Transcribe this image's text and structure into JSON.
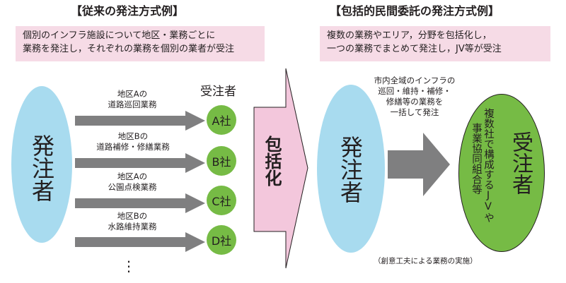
{
  "left": {
    "heading": "【従来の発注方式例】",
    "description": [
      "個別のインフラ施設について地区・業務ごとに",
      "業務を発注し，それぞれの業務を個別の業者が受注"
    ],
    "orderer": "発注者",
    "contractor_header": "受注者",
    "tasks": [
      {
        "line1": "地区Aの",
        "line2": "道路巡回業務",
        "company": "A社"
      },
      {
        "line1": "地区Bの",
        "line2": "道路補修・修繕業務",
        "company": "B社"
      },
      {
        "line1": "地区Aの",
        "line2": "公園点検業務",
        "company": "C社"
      },
      {
        "line1": "地区Bの",
        "line2": "水路維持業務",
        "company": "D社"
      }
    ],
    "more": "⋮"
  },
  "middle": {
    "label": "包括化"
  },
  "right": {
    "heading": "【包括的民間委託の発注方式例】",
    "description": [
      "複数の業務やエリア，分野を包括化し，",
      "一つの業務でまとめて発注し，JV等が受注"
    ],
    "orderer": "発注者",
    "scope": [
      "市内全域のインフラの",
      "巡回・維持・補修・",
      "修繕等の業務を",
      "一括して発注"
    ],
    "contractor": "受注者",
    "contractor_note": [
      "複数社で構成するJVや",
      "事業協同組合等"
    ],
    "footnote": "（創意工夫による業務の実施）"
  },
  "colors": {
    "pink_box": "#f6dbe6",
    "blue_ellipse": "#a8dbef",
    "green": "#76bb45",
    "gray_arrow": "#7f7f80",
    "pink_arrow": "#f3c7dc"
  }
}
